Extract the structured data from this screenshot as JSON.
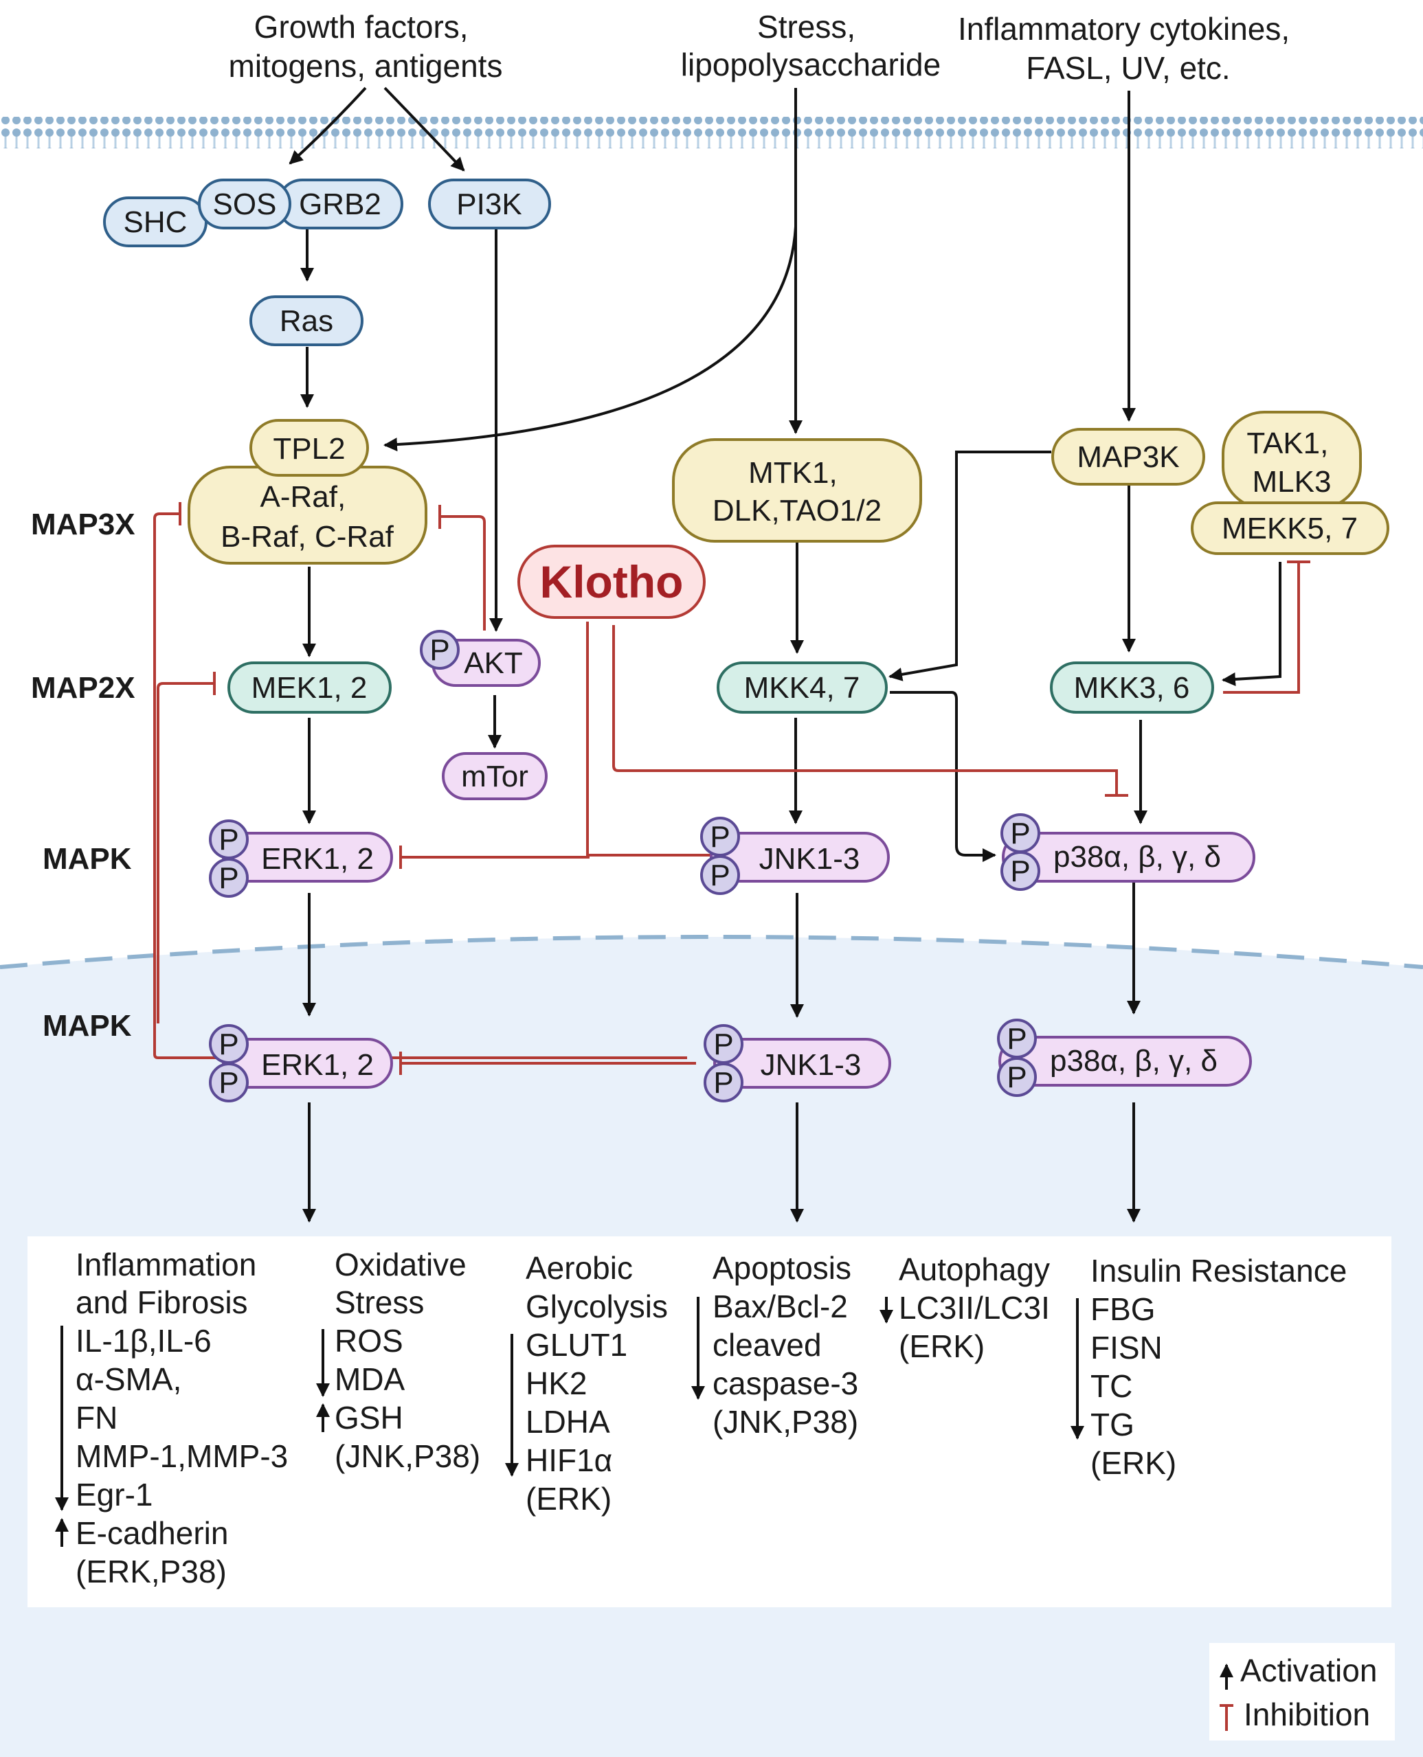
{
  "inputs": {
    "growth": [
      "Growth factors,",
      "mitogens, antigents"
    ],
    "stress": [
      "Stress,",
      "lipopolysaccharide"
    ],
    "inflam": [
      "Inflammatory cytokines,",
      "FASL, UV, etc."
    ]
  },
  "row_labels": {
    "map3x": "MAP3X",
    "map2x": "MAP2X",
    "mapk_top": "MAPK",
    "mapk_bottom": "MAPK"
  },
  "nodes": {
    "shc": "SHC",
    "sos": "SOS",
    "grb2": "GRB2",
    "pi3k": "PI3K",
    "ras": "Ras",
    "tpl2": "TPL2",
    "raf": [
      "A-Raf,",
      "B-Raf, C-Raf"
    ],
    "akt": "AKT",
    "mtor": "mTor",
    "mtk1": [
      "MTK1,",
      "DLK,TAO1/2"
    ],
    "map3k": "MAP3K",
    "tak1": [
      "TAK1,",
      "MLK3"
    ],
    "mekk": "MEKK5, 7",
    "klotho": "Klotho",
    "mek12": "MEK1, 2",
    "mkk47": "MKK4, 7",
    "mkk36": "MKK3, 6",
    "erk_top": "ERK1, 2",
    "jnk_top": "JNK1-3",
    "p38_top": "p38α, β, γ, δ",
    "erk_bot": "ERK1, 2",
    "jnk_bot": "JNK1-3",
    "p38_bot": "p38α, β, γ, δ",
    "phospho": "P"
  },
  "outcomes": {
    "inflammation": [
      "Inflammation",
      "and Fibrosis",
      "IL-1β,IL-6",
      "α-SMA,",
      "FN",
      "MMP-1,MMP-3",
      "Egr-1",
      "E-cadherin",
      "(ERK,P38)"
    ],
    "oxidative": [
      "Oxidative",
      "Stress",
      "ROS",
      "MDA",
      "GSH",
      "(JNK,P38)"
    ],
    "glycolysis": [
      "Aerobic",
      "Glycolysis",
      "GLUT1",
      "HK2",
      "LDHA",
      "HIF1α",
      "(ERK)"
    ],
    "apoptosis": [
      "Apoptosis",
      "Bax/Bcl-2",
      "cleaved",
      "caspase-3",
      "(JNK,P38)"
    ],
    "autophagy": [
      "Autophagy",
      "LC3II/LC3I",
      "(ERK)"
    ],
    "insulin": [
      "Insulin Resistance",
      "FBG",
      "FISN",
      "TC",
      "TG",
      "(ERK)"
    ]
  },
  "legend": {
    "activation": "Activation",
    "inhibition": "Inhibition"
  },
  "colors": {
    "activation": "#111111",
    "inhibition": "#b33a34",
    "klotho": "#a31f24",
    "membrane": "#9fbfd8",
    "nucleus": "#e9f1fa"
  }
}
